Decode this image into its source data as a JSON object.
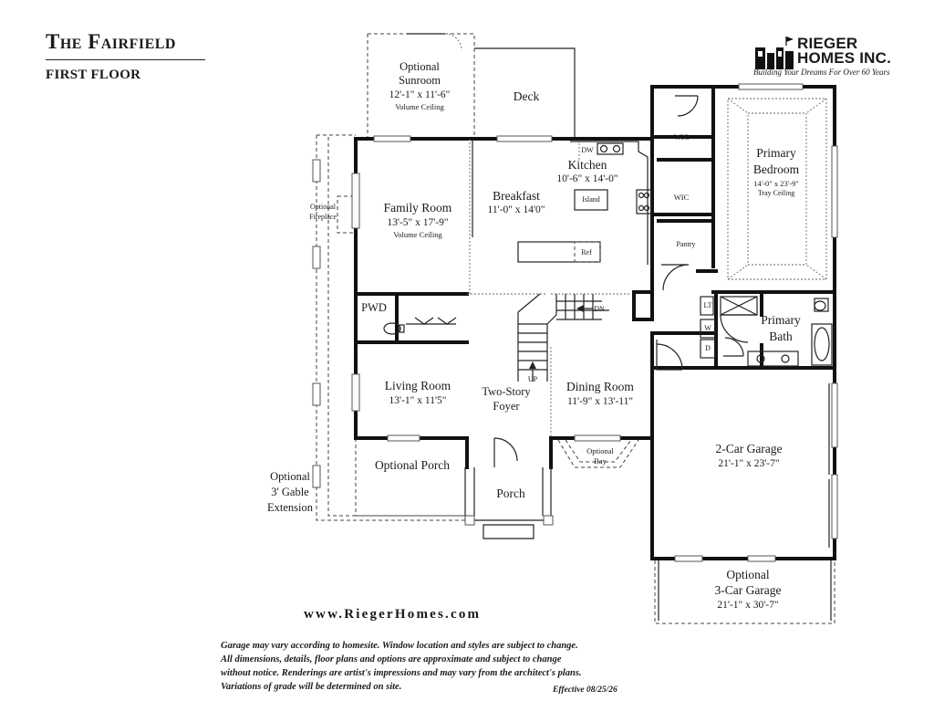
{
  "header": {
    "plan_title": "The Fairfield",
    "floor_label": "FIRST FLOOR"
  },
  "brand": {
    "line1": "RIEGER",
    "line2": "HOMES INC.",
    "tagline": "Building Your Dreams For Over 60 Years"
  },
  "rooms": {
    "sunroom": {
      "name": "Optional",
      "name2": "Sunroom",
      "dims": "12'-1\" x 11'-6\"",
      "note": "Volume Ceiling"
    },
    "deck": {
      "name": "Deck"
    },
    "kitchen": {
      "name": "Kitchen",
      "dims": "10'-6\" x 14'-0\""
    },
    "island": {
      "name": "Island"
    },
    "dw": {
      "name": "DW"
    },
    "ref": {
      "name": "Ref"
    },
    "breakfast": {
      "name": "Breakfast",
      "dims": "11'-0\" x 14'0\""
    },
    "family_room": {
      "name": "Family Room",
      "dims": "13'-5\" x 17'-9\"",
      "note": "Volume Ceiling"
    },
    "fireplace": {
      "name": "Optional",
      "name2": "Fireplace"
    },
    "pwd": {
      "name": "PWD"
    },
    "living_room": {
      "name": "Living Room",
      "dims": "13'-1\" x 11'5\""
    },
    "foyer": {
      "name": "Two-Story",
      "name2": "Foyer"
    },
    "stairs_up": {
      "name": "UP"
    },
    "stairs_dn": {
      "name": "DN"
    },
    "dining_room": {
      "name": "Dining Room",
      "dims": "11'-9\" x 13'-11\""
    },
    "optional_bay": {
      "name": "Optional",
      "name2": "Bay"
    },
    "optional_porch": {
      "name": "Optional Porch"
    },
    "porch": {
      "name": "Porch"
    },
    "gable": {
      "line1": "Optional",
      "line2": "3' Gable",
      "line3": "Extension"
    },
    "wic1": {
      "name": "WIC"
    },
    "wic2": {
      "name": "WIC"
    },
    "pantry": {
      "name": "Pantry"
    },
    "primary_bedroom": {
      "name": "Primary",
      "name2": "Bedroom",
      "dims": "14'-0\" x 23'-9\"",
      "note": "Tray Ceiling"
    },
    "lt": {
      "name": "LT"
    },
    "w": {
      "name": "W"
    },
    "d": {
      "name": "D"
    },
    "primary_bath": {
      "name": "Primary",
      "name2": "Bath"
    },
    "garage": {
      "name": "2-Car Garage",
      "dims": "21'-1\" x 23'-7\""
    },
    "garage3": {
      "name": "Optional",
      "name2": "3-Car Garage",
      "dims": "21'-1\" x 30'-7\""
    }
  },
  "footer": {
    "website": "www.RiegerHomes.com",
    "disclaimer": [
      "Garage may vary according to homesite.  Window location and styles are subject to change.",
      "All dimensions, details, floor plans and options are approximate and subject to change",
      "without notice.  Renderings are artist's impressions and may vary from the architect's plans.",
      "Variations of grade will be determined on site."
    ],
    "effective": "Effective 08/25/26"
  }
}
